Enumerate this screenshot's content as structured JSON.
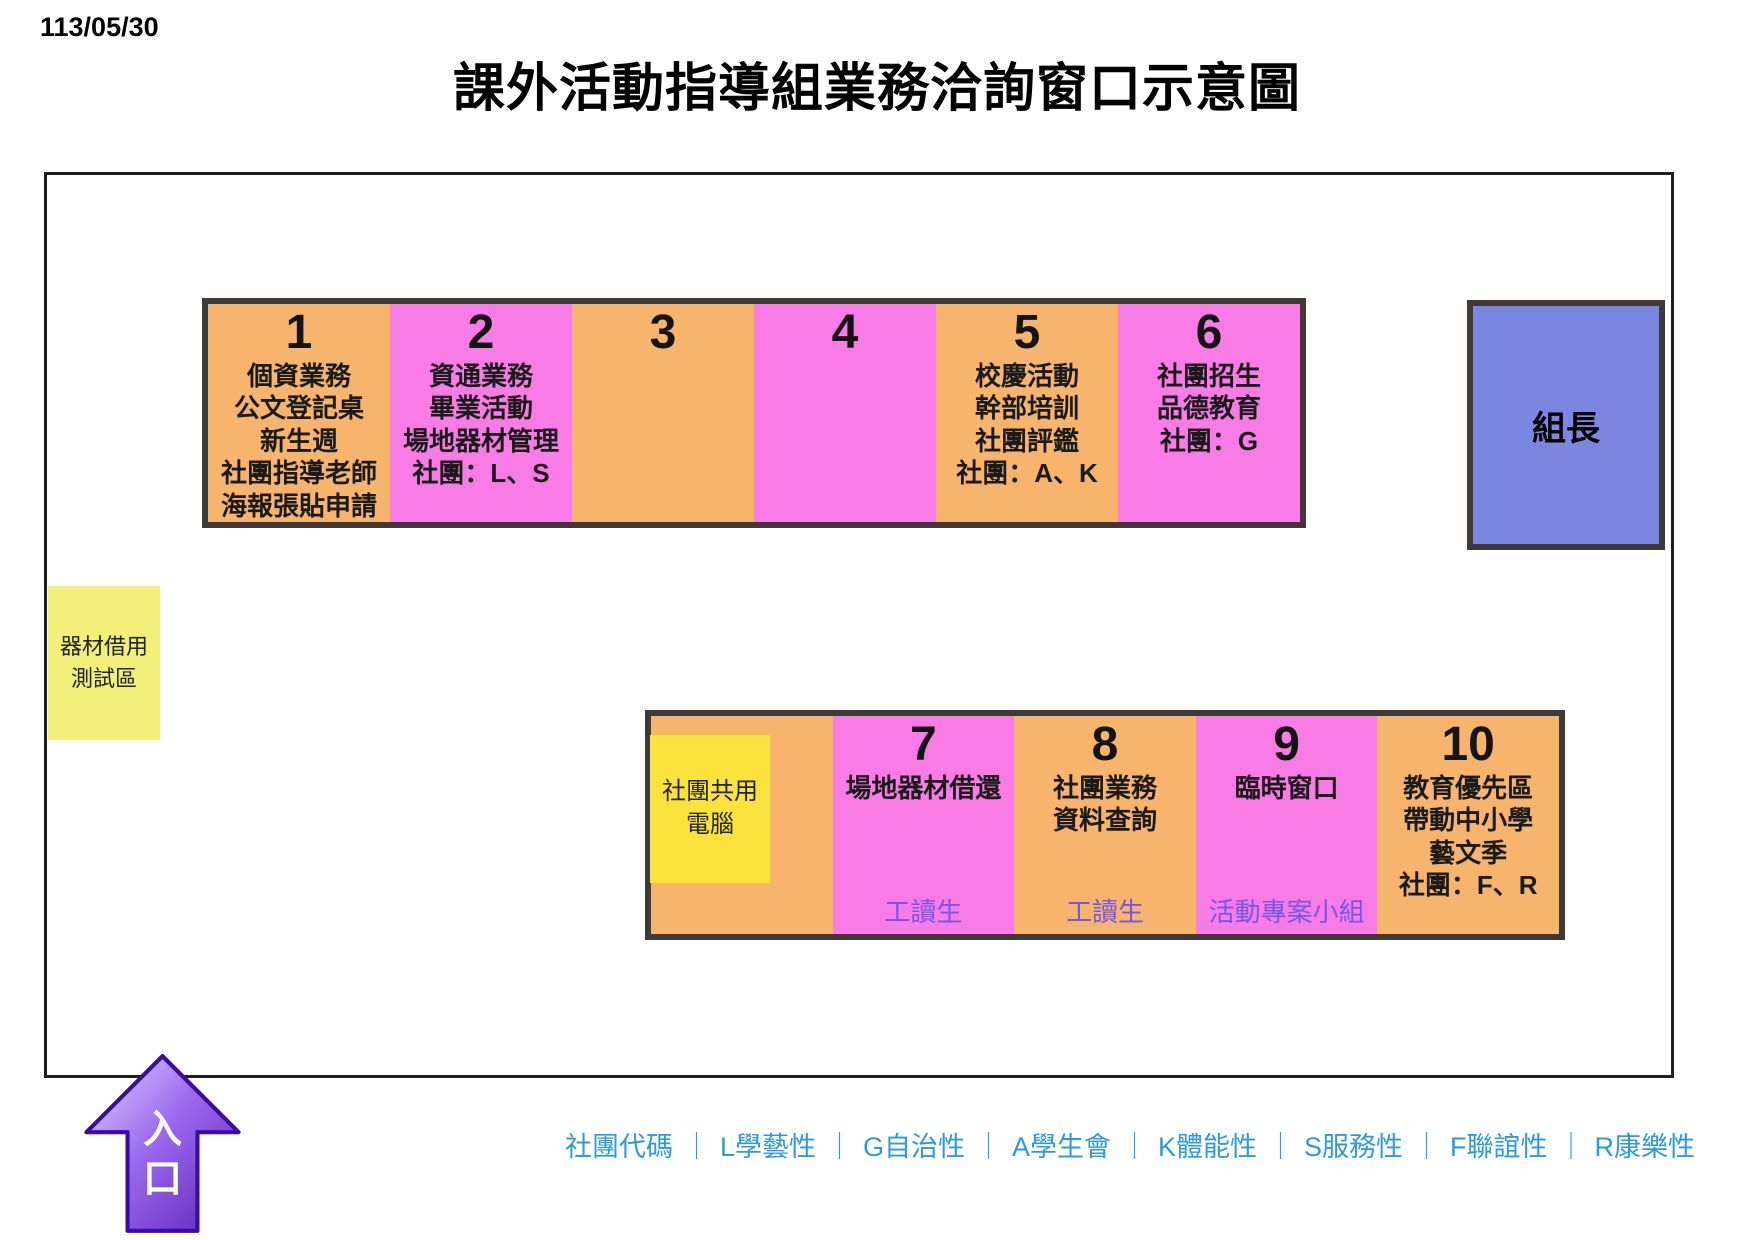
{
  "date": "113/05/30",
  "title": "課外活動指導組業務洽詢窗口示意圖",
  "colors": {
    "orange": "#F6B46C",
    "pink": "#F87BE6",
    "yellow_pale": "#F3F07A",
    "yellow_bright": "#FBE23C",
    "chief_blue": "#7B86E0",
    "staff_purple": "#7557E8",
    "legend_blue": "#2E9AD9",
    "row_border": "#3F3A37",
    "wall": "#1F1F1F",
    "arrow_purple_dark": "#5B21B6",
    "arrow_purple_light": "#E4D9FB"
  },
  "chief": {
    "label": "組長"
  },
  "equipment_test_area": {
    "lines": [
      "器材借用",
      "測試區"
    ]
  },
  "club_computer": {
    "lines": [
      "社團共用",
      "電腦"
    ]
  },
  "entrance": {
    "chars": [
      "入",
      "口"
    ]
  },
  "top_row": {
    "counters": [
      {
        "number": "1",
        "color": "orange",
        "lines": [
          "個資業務",
          "公文登記桌",
          "新生週",
          "社團指導老師",
          "海報張貼申請"
        ],
        "staff": ""
      },
      {
        "number": "2",
        "color": "pink",
        "lines": [
          "資通業務",
          "畢業活動",
          "場地器材管理",
          "社團：L、S"
        ],
        "staff": ""
      },
      {
        "number": "3",
        "color": "orange",
        "lines": [],
        "staff": ""
      },
      {
        "number": "4",
        "color": "pink",
        "lines": [],
        "staff": ""
      },
      {
        "number": "5",
        "color": "orange",
        "lines": [
          "校慶活動",
          "幹部培訓",
          "社團評鑑",
          "社團：A、K"
        ],
        "staff": ""
      },
      {
        "number": "6",
        "color": "pink",
        "lines": [
          "社團招生",
          "品德教育",
          "社團：G"
        ],
        "staff": ""
      }
    ]
  },
  "bottom_row": {
    "counters": [
      {
        "number": "",
        "color": "orange",
        "lines": [],
        "staff": "",
        "computer_box": true
      },
      {
        "number": "7",
        "color": "pink",
        "lines": [
          "場地器材借還"
        ],
        "staff": "工讀生"
      },
      {
        "number": "8",
        "color": "orange",
        "lines": [
          "社團業務",
          "資料查詢"
        ],
        "staff": "工讀生"
      },
      {
        "number": "9",
        "color": "pink",
        "lines": [
          "臨時窗口"
        ],
        "staff": "活動專案小組"
      },
      {
        "number": "10",
        "color": "orange",
        "lines": [
          "教育優先區",
          "帶動中小學",
          "藝文季",
          "社團：F、R"
        ],
        "staff": ""
      }
    ]
  },
  "legend": {
    "separator": "｜",
    "items": [
      "社團代碼",
      "L學藝性",
      "G自治性",
      "A學生會",
      "K體能性",
      "S服務性",
      "F聯誼性",
      "R康樂性"
    ]
  }
}
